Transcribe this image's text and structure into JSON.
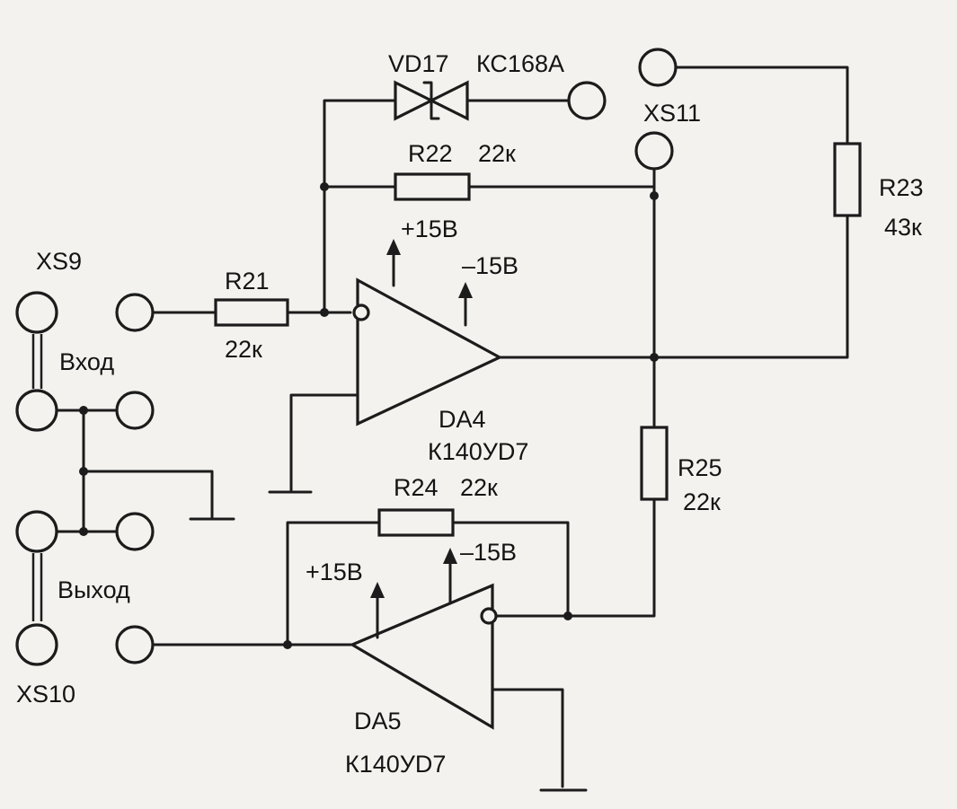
{
  "labels": {
    "vd17": "VD17",
    "vd17_type": "КС168А",
    "xs11": "XS11",
    "r22": "R22",
    "r22_val": "22к",
    "r23": "R23",
    "r23_val": "43к",
    "xs9": "XS9",
    "r21": "R21",
    "r21_val": "22к",
    "vhod": "Вход",
    "da4_plus": "+15В",
    "da4_minus": "–15В",
    "da4": "DA4",
    "da4_type": "К140УD7",
    "r25": "R25",
    "r25_val": "22к",
    "r24": "R24",
    "r24_val": "22к",
    "da5_plus": "+15В",
    "da5_minus": "–15В",
    "vyhod": "Выход",
    "xs10": "XS10",
    "da5": "DA5",
    "da5_type": "К140УD7"
  }
}
